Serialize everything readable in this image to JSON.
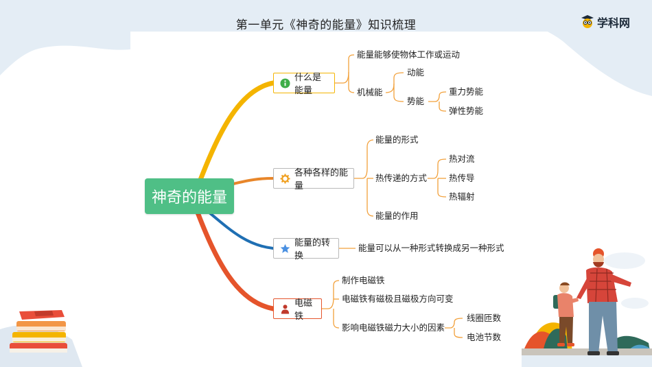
{
  "header": {
    "title": "第一单元《神奇的能量》知识梳理",
    "logo_text": "学科网"
  },
  "mindmap": {
    "root": "神奇的能量",
    "branches": [
      {
        "label": "什么是能量",
        "icon": "info-icon",
        "color": "#f4b400",
        "children": [
          {
            "label": "能量能够使物体工作或运动"
          },
          {
            "label": "机械能",
            "children": [
              {
                "label": "动能"
              },
              {
                "label": "势能",
                "children": [
                  {
                    "label": "重力势能"
                  },
                  {
                    "label": "弹性势能"
                  }
                ]
              }
            ]
          }
        ]
      },
      {
        "label": "各种各样的能量",
        "icon": "gear-icon",
        "color": "#e8862a",
        "children": [
          {
            "label": "能量的形式"
          },
          {
            "label": "热传递的方式",
            "children": [
              {
                "label": "热对流"
              },
              {
                "label": "热传导"
              },
              {
                "label": "热辐射"
              }
            ]
          },
          {
            "label": "能量的作用"
          }
        ]
      },
      {
        "label": "能量的转换",
        "icon": "star-icon",
        "color": "#1f6fb3",
        "children": [
          {
            "label": "能量可以从一种形式转换成另一种形式"
          }
        ]
      },
      {
        "label": "电磁铁",
        "icon": "person-icon",
        "color": "#e5542b",
        "children": [
          {
            "label": "制作电磁铁"
          },
          {
            "label": "电磁铁有磁极且磁极方向可变"
          },
          {
            "label": "影响电磁铁磁力大小的因素",
            "children": [
              {
                "label": "线圈匝数"
              },
              {
                "label": "电池节数"
              }
            ]
          }
        ]
      }
    ]
  },
  "colors": {
    "root_fill": "#4fbf86",
    "sub_line_orange": "#e8862a",
    "background": "#e4edf5"
  }
}
